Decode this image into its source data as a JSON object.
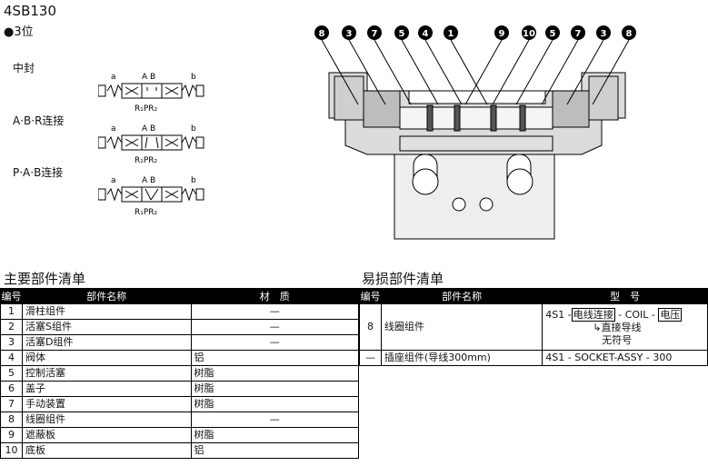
{
  "header": {
    "title": "4SB130",
    "subtitle": "●3位"
  },
  "variants": [
    {
      "label": "中封",
      "ports": {
        "a": "a",
        "ab": "A B",
        "b": "b",
        "r": "R₁PR₂"
      }
    },
    {
      "label": "A·B·R连接",
      "ports": {
        "a": "a",
        "ab": "A B",
        "b": "b",
        "r": "R₁PR₂"
      }
    },
    {
      "label": "P·A·B连接",
      "ports": {
        "a": "a",
        "ab": "A B",
        "b": "b",
        "r": "R₁PR₂"
      }
    }
  ],
  "diagram": {
    "callouts": [
      "8",
      "3",
      "7",
      "5",
      "4",
      "1",
      "9",
      "10",
      "5",
      "7",
      "3",
      "8"
    ]
  },
  "main_parts": {
    "title": "主要部件清单",
    "headers": [
      "编号",
      "部件名称",
      "材　质"
    ],
    "rows": [
      {
        "no": "1",
        "name": "滑柱组件",
        "mat": "—"
      },
      {
        "no": "2",
        "name": "活塞S组件",
        "mat": "—"
      },
      {
        "no": "3",
        "name": "活塞D组件",
        "mat": "—"
      },
      {
        "no": "4",
        "name": "阀体",
        "mat": "铝"
      },
      {
        "no": "5",
        "name": "控制活塞",
        "mat": "树脂"
      },
      {
        "no": "6",
        "name": "盖子",
        "mat": "树脂"
      },
      {
        "no": "7",
        "name": "手动装置",
        "mat": "树脂"
      },
      {
        "no": "8",
        "name": "线圈组件",
        "mat": "—"
      },
      {
        "no": "9",
        "name": "遮蔽板",
        "mat": "树脂"
      },
      {
        "no": "10",
        "name": "底板",
        "mat": "铝"
      }
    ]
  },
  "wear_parts": {
    "title": "易损部件清单",
    "headers": [
      "编号",
      "部件名称",
      "型　号"
    ],
    "rows": [
      {
        "no": "8",
        "name": "线圈组件",
        "model_prefix": "4S1 -",
        "model_box1": "电线连接",
        "model_mid": "- COIL -",
        "model_box2": "电压",
        "model_note1": "直接导线",
        "model_note2": "无符号"
      },
      {
        "no": "—",
        "name": "插座组件(导线300mm)",
        "model": "4S1 - SOCKET-ASSY - 300"
      }
    ]
  }
}
